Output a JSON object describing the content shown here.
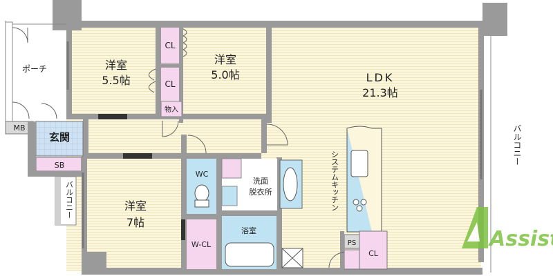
{
  "rooms": {
    "porch": "ポーチ",
    "mb": "MB",
    "genkan": "玄関",
    "sb": "SB",
    "balcony_left": "バルコニー",
    "room1_name": "洋室",
    "room1_size": "5.5帖",
    "room2_name": "洋室",
    "room2_size": "5.0帖",
    "room3_name": "洋室",
    "room3_size": "7帖",
    "cl_top": "CL",
    "cl_mid": "CL",
    "monoire": "物入",
    "ldk_name": "LDK",
    "ldk_size": "21.3帖",
    "balcony_right": "バルコニー",
    "wc": "WC",
    "washroom_line1": "洗面",
    "washroom_line2": "脱衣所",
    "bath": "浴室",
    "wcl": "W-CL",
    "ps": "PS",
    "cl_bottom": "CL",
    "kitchen": "システムキッチン"
  },
  "logo": {
    "text": "Assist"
  },
  "colors": {
    "wall": "#9a9a9a",
    "floor": "#fbf6dc",
    "stripe": "#ece4bb",
    "pink": "#f6d6ef",
    "blue": "#bfe3f3",
    "genkan_blue": "#cfe2f4",
    "logo_green": "#7fc241"
  }
}
